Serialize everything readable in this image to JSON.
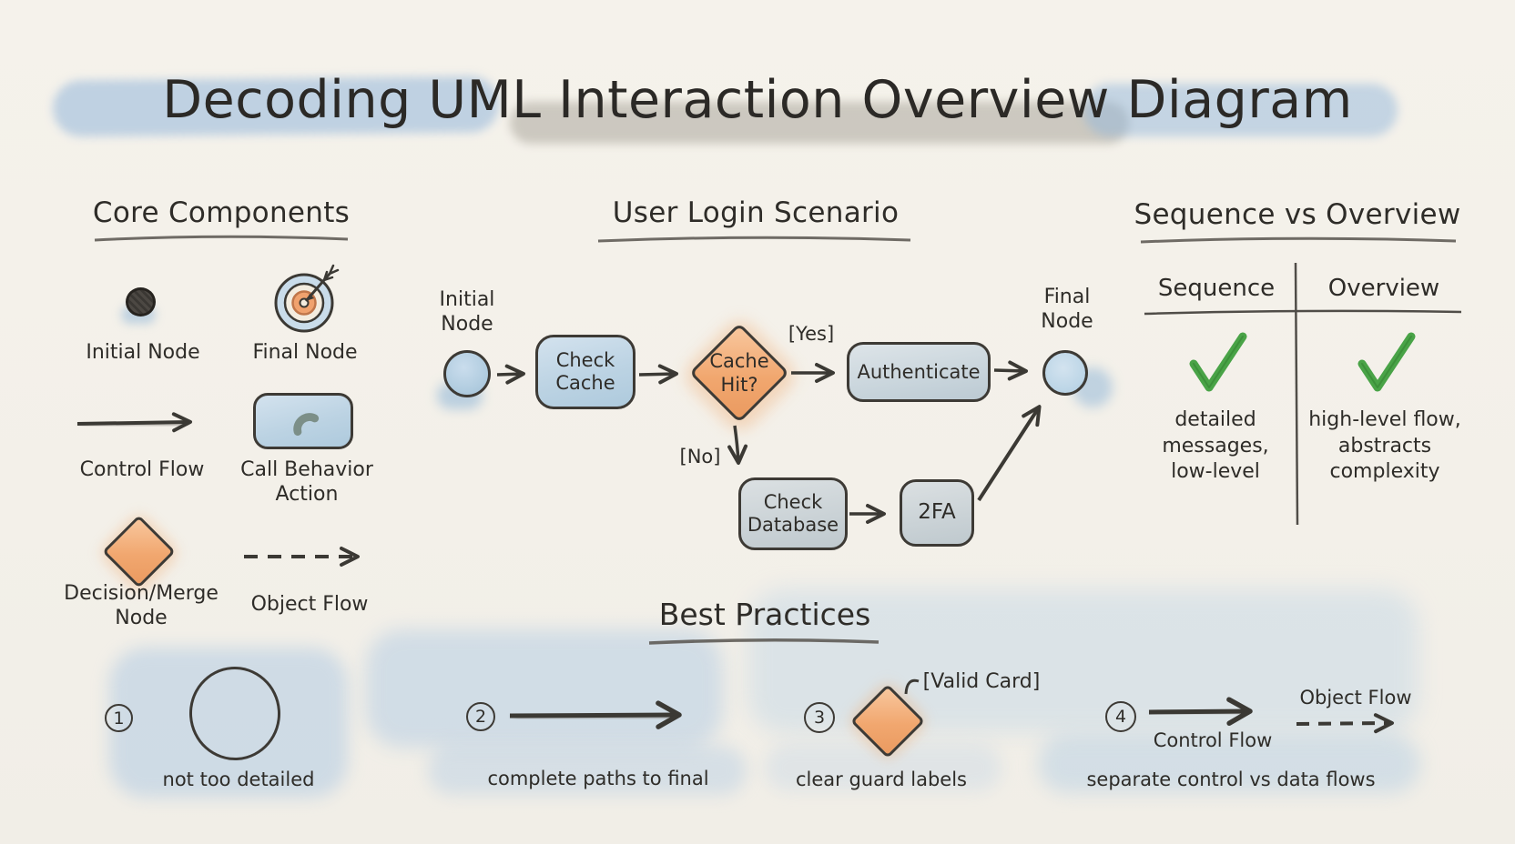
{
  "title": "Decoding UML Interaction Overview Diagram",
  "core": {
    "heading": "Core Components",
    "initial_label": "Initial Node",
    "final_label": "Final Node",
    "control_label": "Control Flow",
    "call_label": "Call Behavior Action",
    "decision_label": "Decision/Merge Node",
    "object_label": "Object Flow",
    "icons": [
      "initial-node-dot-icon",
      "final-node-target-icon",
      "solid-arrow-icon",
      "phone-handset-icon",
      "decision-diamond-icon",
      "dashed-arrow-icon"
    ]
  },
  "scenario": {
    "heading": "User Login Scenario",
    "initial_label": "Initial Node",
    "final_label": "Final Node",
    "check_cache": "Check Cache",
    "cache_hit": "Cache Hit?",
    "authenticate": "Authenticate",
    "check_database": "Check Database",
    "twofa": "2FA",
    "guard_yes": "[Yes]",
    "guard_no": "[No]"
  },
  "comparison": {
    "heading": "Sequence vs Overview",
    "left_header": "Sequence",
    "right_header": "Overview",
    "left_mark_icon": "green-check",
    "right_mark_icon": "green-check",
    "left_text": "detailed messages, low-level",
    "right_text": "high-level flow, abstracts complexity"
  },
  "practices": {
    "heading": "Best Practices",
    "item1": {
      "number": "1",
      "caption": "not too detailed"
    },
    "item2": {
      "number": "2",
      "caption": "complete paths to final"
    },
    "item3": {
      "number": "3",
      "caption": "clear guard labels",
      "guard": "[Valid Card]"
    },
    "item4": {
      "number": "4",
      "caption": "separate control vs data flows",
      "control_label": "Control Flow",
      "object_label": "Object Flow"
    }
  },
  "colors": {
    "ink": "#3b3934",
    "orange_node": "#f0a26e",
    "blue_box": "#b7d0e2",
    "gray_box": "#ccd5da",
    "green_check": "#49a347",
    "wash_blue": "#a4c4e2",
    "background": "#f4f1ea"
  }
}
